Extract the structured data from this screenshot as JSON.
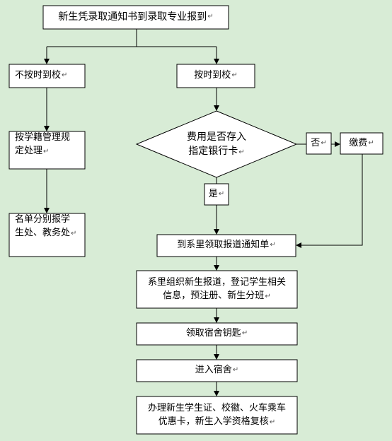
{
  "nodes": {
    "start": "新生凭录取通知书到录取专业报到",
    "not_on_time": "不按时到校",
    "on_time": "按时到校",
    "handle_status": [
      "按学籍管理规",
      "定处理"
    ],
    "report_list": [
      "名单分别报学",
      "生处、教务处"
    ],
    "fee_decision": [
      "费用是否存入",
      "指定银行卡"
    ],
    "no": "否",
    "pay": "缴费",
    "yes": "是",
    "get_notice": "到系里领取报道通知单",
    "register": [
      "系里组织新生报道，登记学生相关",
      "信息，预注册、新生分班"
    ],
    "dorm_keys": "领取宿舍钥匙",
    "enter_dorm": "进入宿舍",
    "certificates": [
      "办理新生学生证、校徽、火车乘车",
      "优惠卡，新生入学资格复核"
    ]
  },
  "paragraph_mark": "↵"
}
